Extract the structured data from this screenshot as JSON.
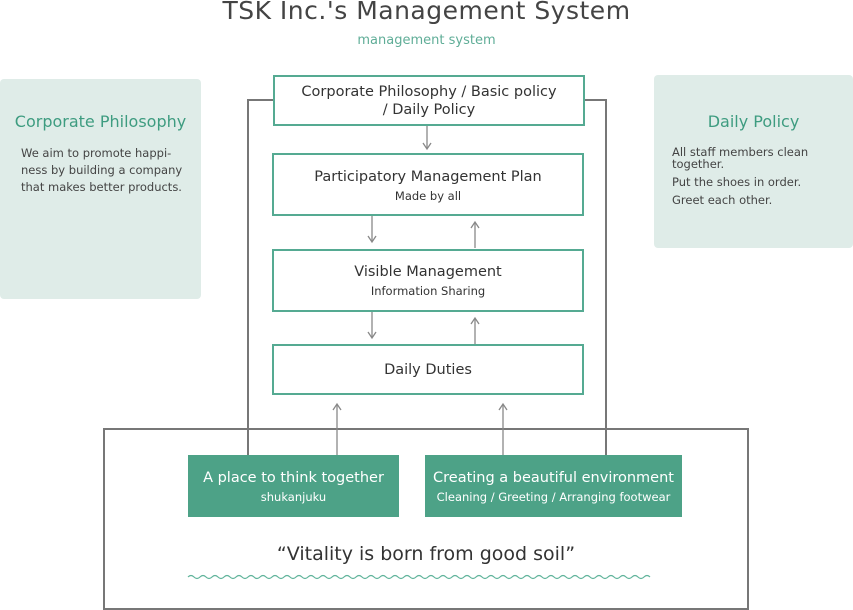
{
  "title": "TSK Inc.'s Management System",
  "subtitle": "management system",
  "left_panel": {
    "title": "Corporate Philosophy",
    "body": "We aim to promote happi-ness by building a company that makes better products."
  },
  "right_panel": {
    "title": "Daily Policy",
    "items": [
      "All staff members clean together.",
      "Put the shoes in order.",
      "Greet each other."
    ]
  },
  "boxes": {
    "philosophy": {
      "line1": "Corporate Philosophy / Basic policy",
      "line2": "/ Daily Policy"
    },
    "plan": {
      "main": "Participatory Management Plan",
      "sub": "Made by all"
    },
    "visible": {
      "main": "Visible Management",
      "sub": "Information Sharing"
    },
    "duties": {
      "main": "Daily Duties"
    }
  },
  "foundation": {
    "left": {
      "main": "A place to think together",
      "sub": "shukanjuku"
    },
    "right": {
      "main": "Creating a beautiful environment",
      "sub": "Cleaning / Greeting / Arranging footwear"
    },
    "slogan": "“Vitality is born from good soil”"
  },
  "colors": {
    "accent": "#4da287",
    "panel_bg": "#dfece8",
    "line": "#777777"
  }
}
